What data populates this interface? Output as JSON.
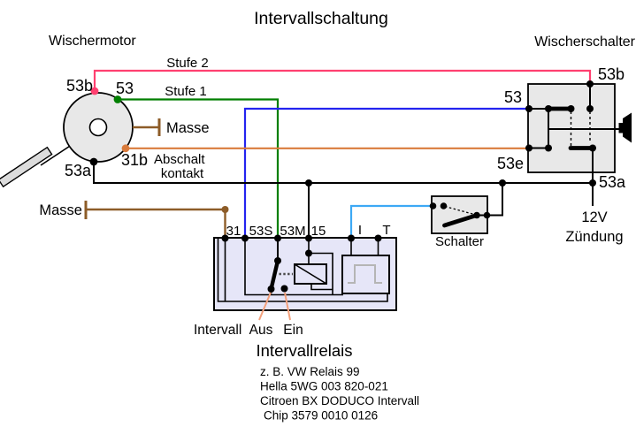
{
  "title": "Intervallschaltung",
  "palette": {
    "pink": "#ff4070",
    "green": "#007f00",
    "blue": "#2424ef",
    "orange": "#d97b3c",
    "brown": "#8d5c28",
    "light_blue": "#3da9f5",
    "salmon": "#f4a17c",
    "box_grey": "#e8e8e8",
    "relay_lavender": "#e6e6f8",
    "wave_grey": "#b5b5b5"
  },
  "motor": {
    "heading": "Wischermotor",
    "terminal_53b": "53b",
    "terminal_53": "53",
    "terminal_53a": "53a",
    "terminal_31b": "31b",
    "masse_label": "Masse",
    "abschalt_line1": "Abschalt",
    "abschalt_line2": "kontakt"
  },
  "wiper_switch": {
    "heading": "Wischerschalter",
    "terminal_53b": "53b",
    "terminal_53": "53",
    "terminal_53e": "53e",
    "terminal_53a": "53a",
    "supply_line1": "12V",
    "supply_line2": "Zündung"
  },
  "wires": {
    "stufe2_label": "Stufe 2",
    "stufe1_label": "Stufe 1",
    "masse_label": "Masse"
  },
  "interval_relay": {
    "caption": "Intervallrelais",
    "terminals": [
      "31",
      "53S",
      "53M",
      "15",
      "I",
      "T"
    ],
    "mode_labels": [
      "Intervall",
      "Aus",
      "Ein"
    ],
    "notes": [
      "z. B. VW Relais 99",
      "Hella 5WG 003 820-021",
      "Citroen BX DODUCO Intervall",
      "Chip 3579 0010 0126"
    ]
  },
  "manual_switch": {
    "label": "Schalter"
  }
}
